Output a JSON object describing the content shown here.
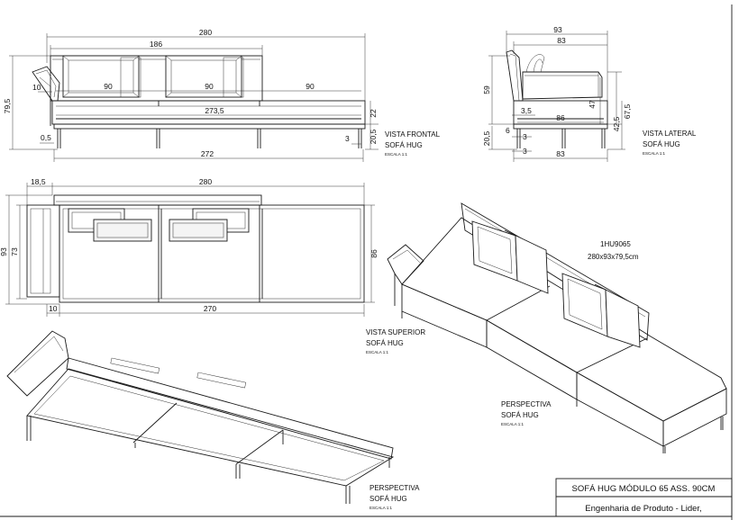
{
  "views": {
    "front": {
      "label": "VISTA FRONTAL",
      "name": "SOFÁ HUG",
      "scale": "ESCALA 1:1"
    },
    "side": {
      "label": "VISTA LATERAL",
      "name": "SOFÁ HUG",
      "scale": "ESCALA 1:1"
    },
    "top": {
      "label": "VISTA SUPERIOR",
      "name": "SOFÁ HUG",
      "scale": "ESCALA 1:1"
    },
    "persp_right": {
      "label": "PERSPECTIVA",
      "name": "SOFÁ HUG",
      "scale": "ESCALA 1:1"
    },
    "persp_left": {
      "label": "PERSPECTIVA",
      "name": "SOFÁ HUG",
      "scale": "ESCALA 1:1"
    }
  },
  "product": {
    "code": "1HU9065",
    "size": "280x93x79,5cm"
  },
  "title_block": {
    "title": "SOFÁ HUG MÓDULO 65 ASS. 90CM",
    "subtitle": "Engenharia de Produto - Lider,"
  },
  "dims": {
    "front": {
      "total_width": "280",
      "back_width": "186",
      "seat_a": "90",
      "seat_b": "90",
      "seat_c": "90",
      "inner_width": "273,5",
      "base_width": "272",
      "height": "79,5",
      "arm_offset": "10",
      "foot_gap": "0,5",
      "foot_height": "20,5",
      "seat_height": "22",
      "leg_offset": "3"
    },
    "side": {
      "total_depth": "93",
      "depth_83_top": "83",
      "depth_86": "86",
      "depth_83_bottom": "83",
      "height_59": "59",
      "height_47": "47",
      "height_67": "67,5",
      "height_42": "42,5",
      "height_20": "20,5",
      "gap_35": "3,5",
      "gap_3a": "3",
      "gap_3b": "3",
      "left_6": "6"
    },
    "top": {
      "total_width": "280",
      "arm_width": "18,5",
      "outer_depth": "93",
      "left_depth": "73",
      "right_depth": "86",
      "left_offset": "10",
      "inner_width": "270"
    }
  }
}
